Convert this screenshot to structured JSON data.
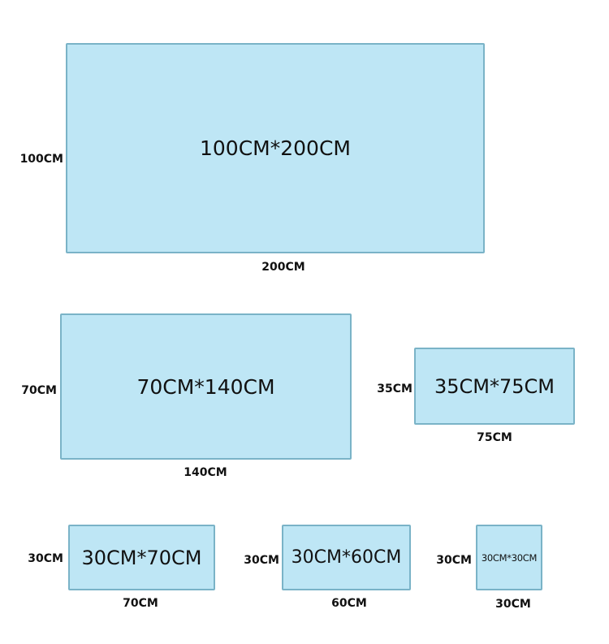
{
  "items": [
    {
      "label": "100CM*200CM",
      "height_label": "100CM",
      "width_label": "200CM"
    },
    {
      "label": "70CM*140CM",
      "height_label": "70CM",
      "width_label": "140CM"
    },
    {
      "label": "35CM*75CM",
      "height_label": "35CM",
      "width_label": "75CM"
    },
    {
      "label": "30CM*70CM",
      "height_label": "30CM",
      "width_label": "70CM"
    },
    {
      "label": "30CM*60CM",
      "height_label": "30CM",
      "width_label": "60CM"
    },
    {
      "label": "30CM*30CM",
      "height_label": "30CM",
      "width_label": "30CM"
    }
  ],
  "colors": {
    "box_fill": "#bee6f5",
    "box_border": "#7ab3c7",
    "text": "#111111"
  }
}
